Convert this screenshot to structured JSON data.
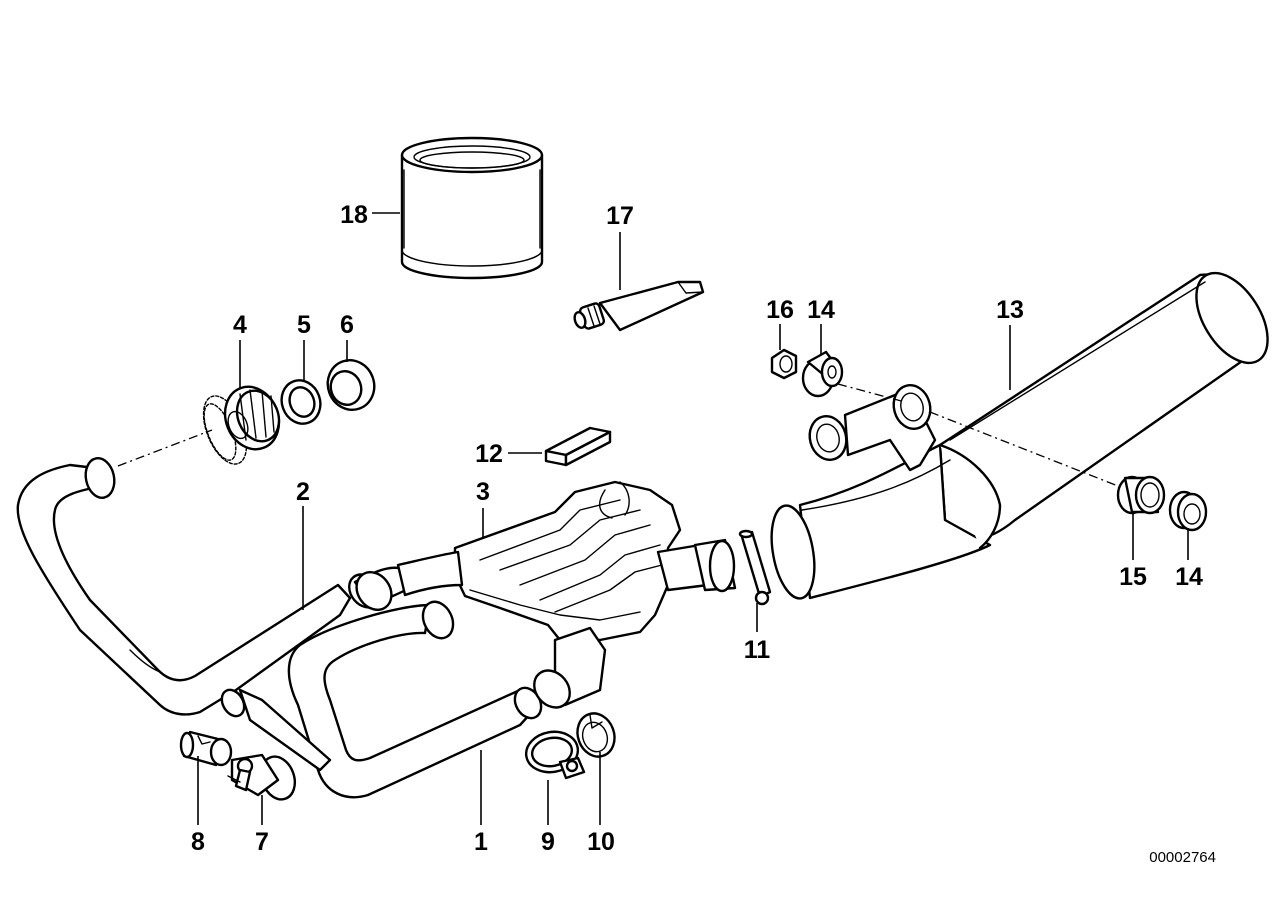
{
  "callouts": {
    "c1": "1",
    "c2": "2",
    "c3": "3",
    "c4": "4",
    "c5": "5",
    "c6": "6",
    "c7": "7",
    "c8": "8",
    "c9": "9",
    "c10": "10",
    "c11": "11",
    "c12": "12",
    "c13": "13",
    "c14a": "14",
    "c14b": "14",
    "c15": "15",
    "c16": "16",
    "c17": "17",
    "c18": "18"
  },
  "reference_code": "00002764"
}
